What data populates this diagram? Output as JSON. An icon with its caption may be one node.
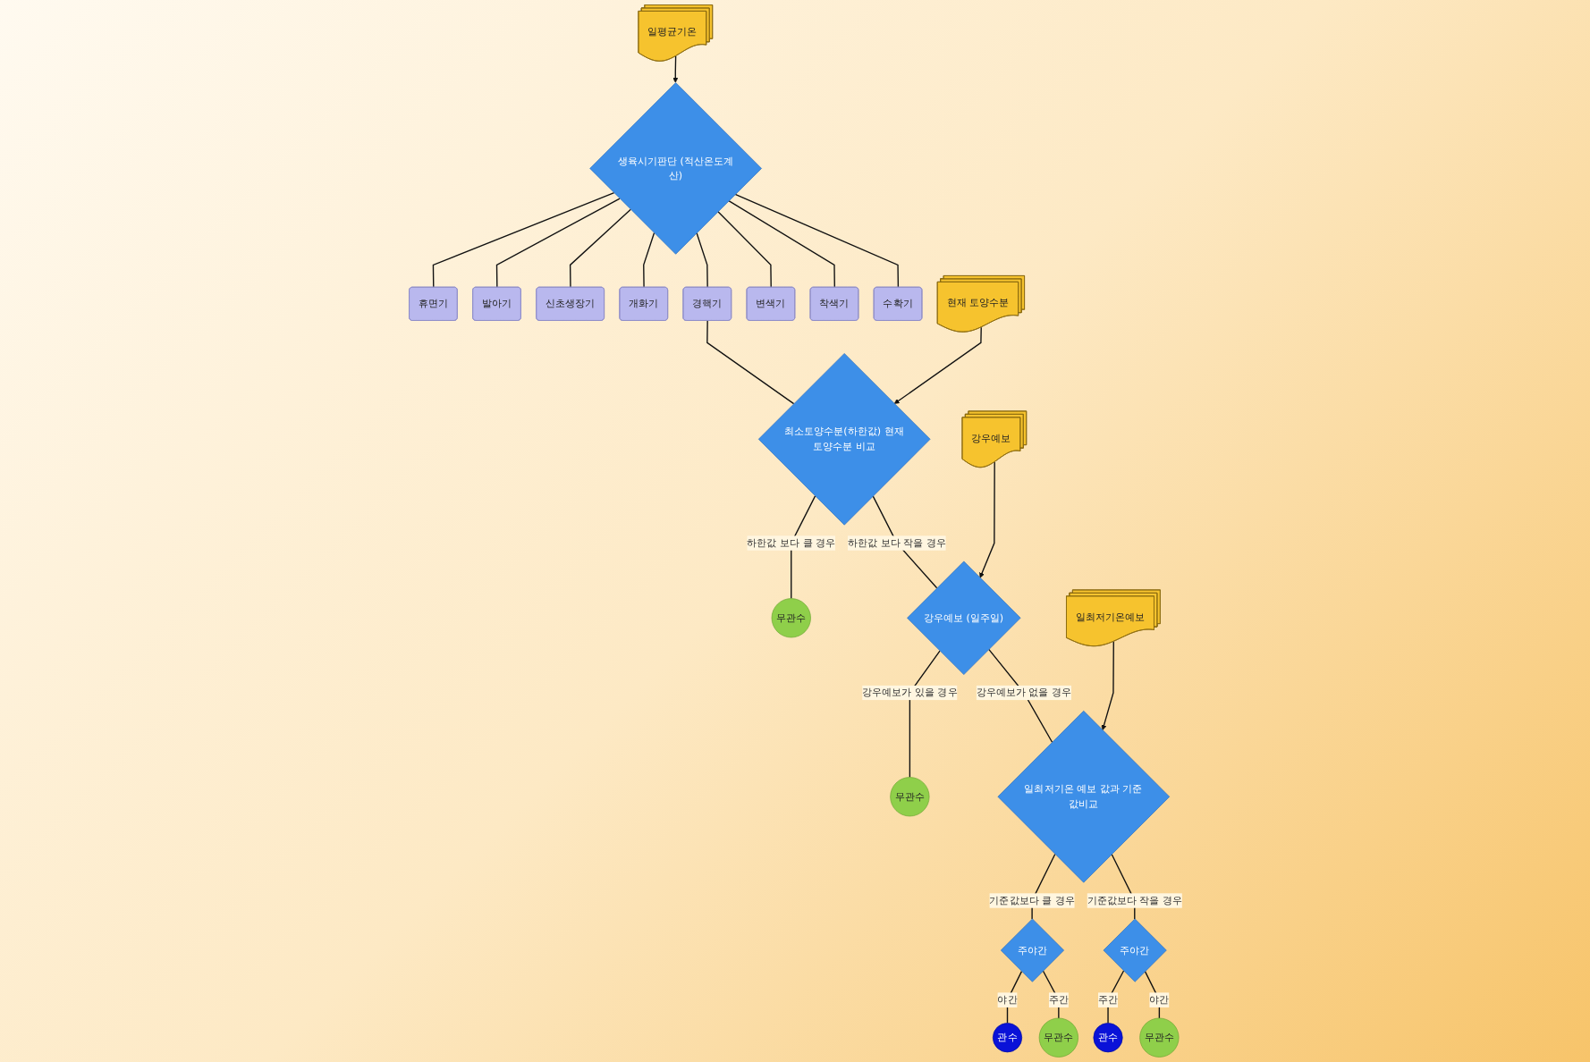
{
  "diagram": {
    "nodes": [
      {
        "text": [
          "생육시기판단 (적산온도계산)"
        ]
      },
      {
        "text": [
          "일평균기온"
        ]
      },
      {
        "text": [
          "휴면기"
        ]
      },
      {
        "text": [
          "발아기"
        ]
      },
      {
        "text": [
          "신초생장기"
        ]
      },
      {
        "text": [
          "개화기"
        ]
      },
      {
        "text": [
          "경핵기"
        ]
      },
      {
        "text": [
          "변색기"
        ]
      },
      {
        "text": [
          "착색기"
        ]
      },
      {
        "text": [
          "수확기"
        ]
      },
      {
        "text": [
          "최소토양수분(하한값) 현재토양수분 비교"
        ]
      },
      {
        "text": [
          "현재 토양수분"
        ]
      },
      {
        "text": [
          "무관수"
        ]
      },
      {
        "text": [
          "강우예보 (일주일)"
        ]
      },
      {
        "text": [
          "강우예보"
        ]
      },
      {
        "text": [
          "무관수"
        ]
      },
      {
        "text": [
          "일최저기온 예보 값과 기준값비교"
        ]
      },
      {
        "text": [
          "일최저기온예보"
        ]
      },
      {
        "text": [
          "주야간"
        ]
      },
      {
        "text": [
          "관수"
        ]
      },
      {
        "text": [
          "무관수"
        ]
      },
      {
        "text": [
          "주야간"
        ]
      },
      {
        "text": [
          "관수"
        ]
      },
      {
        "text": [
          "무관수"
        ]
      }
    ],
    "edges": [
      {
        "from": 1,
        "to": 0,
        "arrow": "to"
      },
      {
        "from": 0,
        "to": 2,
        "arrow": "none"
      },
      {
        "from": 0,
        "to": 3,
        "arrow": "none"
      },
      {
        "from": 0,
        "to": 4,
        "arrow": "none"
      },
      {
        "from": 0,
        "to": 5,
        "arrow": "none"
      },
      {
        "from": 0,
        "to": 6,
        "arrow": "none"
      },
      {
        "from": 0,
        "to": 7,
        "arrow": "none"
      },
      {
        "from": 0,
        "to": 8,
        "arrow": "none"
      },
      {
        "from": 0,
        "to": 9,
        "arrow": "none"
      },
      {
        "from": 6,
        "to": 10,
        "arrow": "none"
      },
      {
        "from": 11,
        "to": 10,
        "arrow": "to"
      },
      {
        "from": 10,
        "to": 12,
        "arrow": "none",
        "label": "하한값 보다 클 경우"
      },
      {
        "from": 10,
        "to": 13,
        "arrow": "none",
        "label": "하한값 보다 작을 경우"
      },
      {
        "from": 14,
        "to": 13,
        "arrow": "to"
      },
      {
        "from": 13,
        "to": 15,
        "arrow": "none",
        "label": "강우예보가 있을 경우"
      },
      {
        "from": 13,
        "to": 16,
        "arrow": "none",
        "label": "강우예보가 없을 경우"
      },
      {
        "from": 17,
        "to": 16,
        "arrow": "to"
      },
      {
        "from": 16,
        "to": 18,
        "arrow": "none",
        "label": "기준값보다 클 경우"
      },
      {
        "from": 16,
        "to": 21,
        "arrow": "none",
        "label": "기준값보다 작을 경우"
      },
      {
        "from": 18,
        "to": 19,
        "arrow": "none",
        "label": "야간"
      },
      {
        "from": 18,
        "to": 20,
        "arrow": "none",
        "label": "주간"
      },
      {
        "from": 21,
        "to": 22,
        "arrow": "none",
        "label": "주간"
      },
      {
        "from": 21,
        "to": 23,
        "arrow": "none",
        "label": "야간"
      }
    ]
  }
}
